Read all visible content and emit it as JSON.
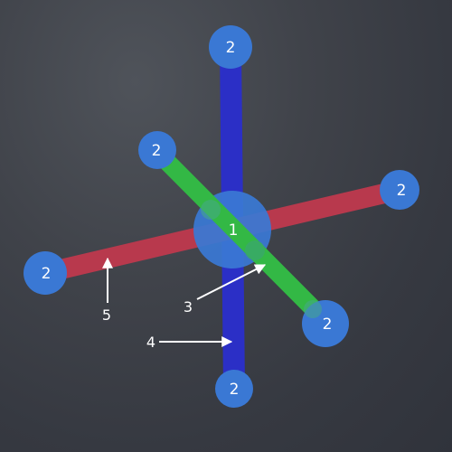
{
  "diagram": {
    "central_atom": {
      "label": "1"
    },
    "ligands": [
      {
        "id": "top",
        "label": "2"
      },
      {
        "id": "upper-left",
        "label": "2"
      },
      {
        "id": "right",
        "label": "2"
      },
      {
        "id": "left",
        "label": "2"
      },
      {
        "id": "lower-right",
        "label": "2"
      },
      {
        "id": "bottom",
        "label": "2"
      }
    ],
    "annotations": [
      {
        "id": "green-bond",
        "label": "3"
      },
      {
        "id": "blue-bond",
        "label": "4"
      },
      {
        "id": "red-bond",
        "label": "5"
      }
    ],
    "colors": {
      "atom": "#3a78d4",
      "bond_blue": "#2b2fc6",
      "bond_green": "#33b845",
      "bond_red": "#b8394d",
      "annotation": "#ffffff"
    }
  }
}
